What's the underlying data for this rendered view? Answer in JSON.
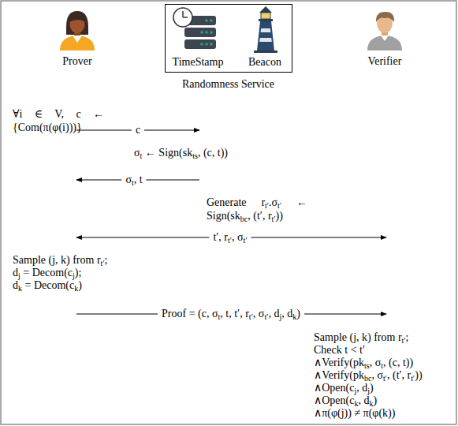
{
  "diagram": {
    "nodes": [
      {
        "text": [
          "Prover"
        ]
      },
      {
        "text": [
          "Randomness Service"
        ]
      },
      {
        "text": [
          "TimeStamp"
        ],
        "in": 1
      },
      {
        "text": [
          "Beacon"
        ],
        "in": 1
      },
      {
        "text": [
          "Verifier"
        ]
      }
    ],
    "labels": [
      "∀i ∈ V, c ← {Com(π(φ(i)))}",
      "c",
      "σt ← Sign(skts, (c, t))",
      "σt, t",
      "Generate rt′.σt′ ← Sign(skbc, (t′, rt′))",
      "t′, rt′, σt′",
      "Sample (j, k) from rt′;",
      "dj = Decom(cj);",
      "dk = Decom(ck)",
      "Proof = (c, σt, t, t′, rt′, σt′, dj, dk)",
      "Sample (j, k) from rt′;",
      "Check t < t′",
      "∧Verify(pkts, σt, (c, t))",
      "∧Verify(pkbc, σt′, (t′, rt′))",
      "∧Open(cj, dj)",
      "∧Open(ck, dk)",
      "∧π(φ(j)) ≠ π(φ(k))"
    ]
  }
}
